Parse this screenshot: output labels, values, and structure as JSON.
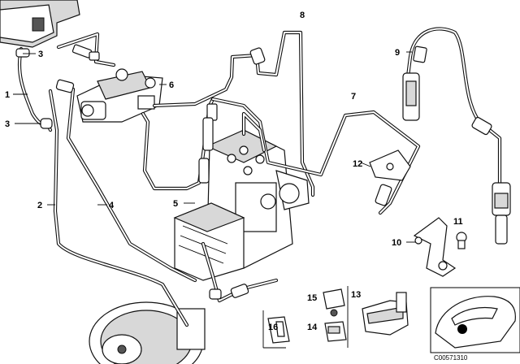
{
  "callouts": {
    "c1": "1",
    "c2": "2",
    "c3a": "3",
    "c3b": "3",
    "c4": "4",
    "c5": "5",
    "c6": "6",
    "c7": "7",
    "c8": "8",
    "c9": "9",
    "c10": "10",
    "c11": "11",
    "c12": "12",
    "c13": "13",
    "c14": "14",
    "c15": "15",
    "c16": "16"
  },
  "catalog_code": "C00571310"
}
